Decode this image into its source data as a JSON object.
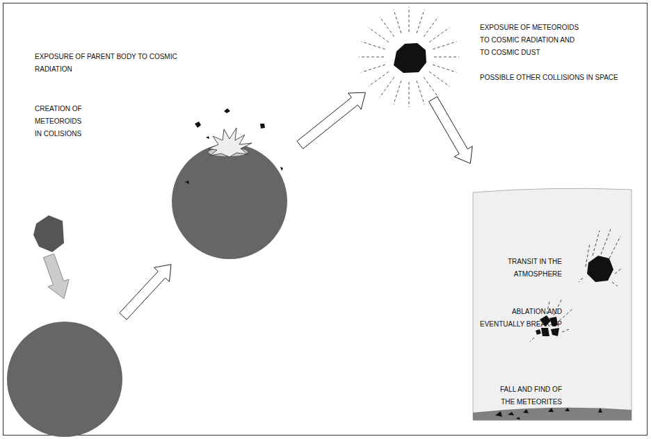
{
  "diagram": {
    "nodes": [
      {
        "text": [
          "EXPOSURE OF PARENT BODY TO COSMIC RADIATION"
        ]
      },
      {
        "text": [
          "CREATION OF METEOROIDS IN COLISIONS"
        ]
      },
      {
        "text": [
          "EXPOSURE OF METEOROIDS TO COSMIC RADIATION AND TO COSMIC DUST",
          "POSSIBLE OTHER COLLISIONS IN SPACE"
        ]
      },
      {
        "text": [
          "TRANSIT IN THE ATMOSPHERE",
          "ABLATION AND EVENTUALLY BREAK-UP",
          "FALL AND FIND OF THE METEORITES"
        ]
      }
    ],
    "edges": [
      {
        "from": 0,
        "to": 1,
        "arrow": "to"
      },
      {
        "from": 1,
        "to": 2,
        "arrow": "to"
      },
      {
        "from": 2,
        "to": 3,
        "arrow": "to"
      }
    ]
  }
}
